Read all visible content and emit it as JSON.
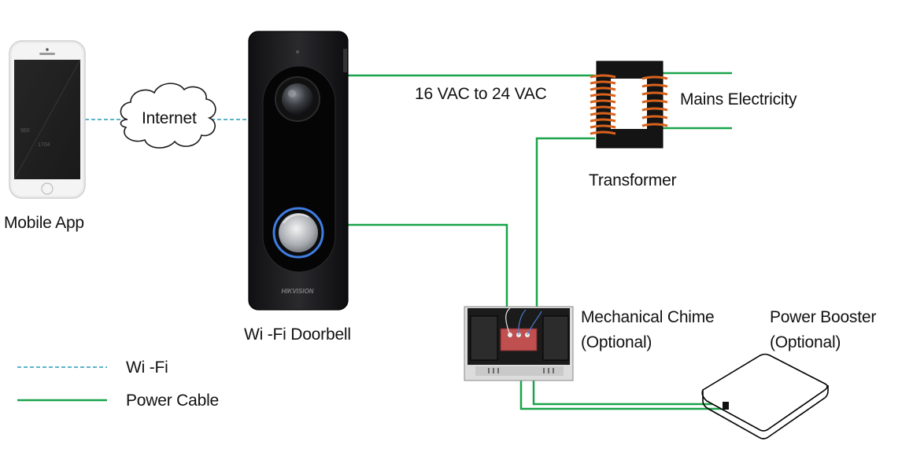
{
  "labels": {
    "mobile_app": "Mobile App",
    "internet": "Internet",
    "doorbell": "Wi -Fi Doorbell",
    "voltage": "16 VAC to 24 VAC",
    "mains": "Mains Electricity",
    "transformer": "Transformer",
    "chime_line1": "Mechanical Chime",
    "chime_line2": "(Optional)",
    "booster_line1": "Power Booster",
    "booster_line2": "(Optional)",
    "doorbell_brand": "HIKVISION",
    "phone_screen_line1": "960",
    "phone_screen_line2": "1704"
  },
  "legend": [
    {
      "label": "Wi -Fi",
      "style": "dashed",
      "color": "#5fb3c8"
    },
    {
      "label": "Power Cable",
      "style": "solid",
      "color": "#1aa34a"
    }
  ],
  "colors": {
    "power_cable": "#1aa34a",
    "wifi": "#5fb3c8",
    "coil": "#d9621c",
    "doorbell_body": "#1c1c1e",
    "button_ring": "#3f7de0"
  }
}
